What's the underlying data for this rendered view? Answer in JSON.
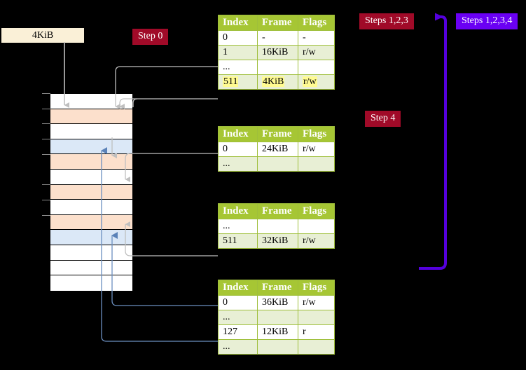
{
  "diagram": {
    "title_hidden": "",
    "source_box": {
      "label": "4KiB"
    },
    "badges": [
      {
        "name": "step-0",
        "text": "Step 0",
        "color": "#A00A28"
      },
      {
        "name": "steps-123",
        "text": "Steps 1,2,3",
        "color": "#A00A28"
      },
      {
        "name": "steps-1234",
        "text": "Steps 1,2,3,4",
        "color": "#6A00F4"
      },
      {
        "name": "step-4",
        "text": "Step 4",
        "color": "#A00A28"
      }
    ],
    "colors": {
      "header_green": "#A6C634",
      "row_green": "#E8EFD5",
      "highlight_yellow": "#FFFB91",
      "peach": "#FCE0CC",
      "light_blue": "#DBE8F7",
      "cream": "#FAF0D7",
      "badge_red": "#A00A28",
      "badge_blue": "#6A00F4",
      "arrow_gray": "#B0B0B0",
      "arrow_blue": "#6B8FC0"
    },
    "memory_rows": [
      {
        "fill": "white"
      },
      {
        "fill": "peach"
      },
      {
        "fill": "white"
      },
      {
        "fill": "bluec"
      },
      {
        "fill": "peach"
      },
      {
        "fill": "white"
      },
      {
        "fill": "peach"
      },
      {
        "fill": "white"
      },
      {
        "fill": "peach"
      },
      {
        "fill": "bluec"
      },
      {
        "fill": "white"
      },
      {
        "fill": "white"
      },
      {
        "fill": "white"
      }
    ],
    "columns": [
      "Index",
      "Frame",
      "Flags"
    ],
    "tables": [
      {
        "name": "page-table-level-1",
        "columns": [
          "Index",
          "Frame",
          "Flags"
        ],
        "rows": [
          {
            "style": "white",
            "index": "0",
            "frame": "-",
            "flags": "-",
            "highlight": false
          },
          {
            "style": "green",
            "index": "1",
            "frame": "16KiB",
            "flags": "r/w",
            "highlight": false
          },
          {
            "style": "white",
            "index": "...",
            "frame": "",
            "flags": "",
            "highlight": false
          },
          {
            "style": "green",
            "index": "511",
            "frame": "4KiB",
            "flags": "r/w",
            "highlight": true
          }
        ]
      },
      {
        "name": "page-table-level-2",
        "columns": [
          "Index",
          "Frame",
          "Flags"
        ],
        "rows": [
          {
            "style": "white",
            "index": "0",
            "frame": "24KiB",
            "flags": "r/w",
            "highlight": false
          },
          {
            "style": "green",
            "index": "...",
            "frame": "",
            "flags": "",
            "highlight": false
          }
        ]
      },
      {
        "name": "page-table-level-3",
        "columns": [
          "Index",
          "Frame",
          "Flags"
        ],
        "rows": [
          {
            "style": "white",
            "index": "...",
            "frame": "",
            "flags": "",
            "highlight": false
          },
          {
            "style": "green",
            "index": "511",
            "frame": "32KiB",
            "flags": "r/w",
            "highlight": false
          }
        ]
      },
      {
        "name": "page-table-level-4",
        "columns": [
          "Index",
          "Frame",
          "Flags"
        ],
        "rows": [
          {
            "style": "white",
            "index": "0",
            "frame": "36KiB",
            "flags": "r/w",
            "highlight": false
          },
          {
            "style": "green",
            "index": "...",
            "frame": "",
            "flags": "",
            "highlight": false
          },
          {
            "style": "white",
            "index": "127",
            "frame": "12KiB",
            "flags": "r",
            "highlight": false
          },
          {
            "style": "green",
            "index": "...",
            "frame": "",
            "flags": "",
            "highlight": false
          }
        ]
      }
    ]
  }
}
